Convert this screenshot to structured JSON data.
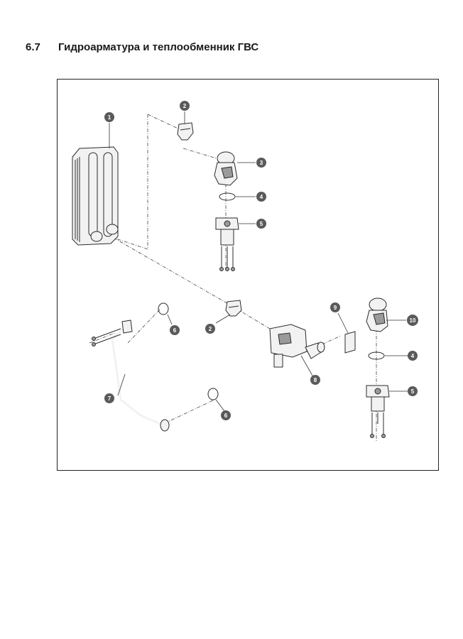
{
  "section": {
    "number": "6.7",
    "title": "Гидроарматура и теплообменник ГВС"
  },
  "callouts": [
    "1",
    "2",
    "3",
    "4",
    "5",
    "2",
    "6",
    "7",
    "8",
    "6",
    "9",
    "10",
    "4",
    "5"
  ]
}
